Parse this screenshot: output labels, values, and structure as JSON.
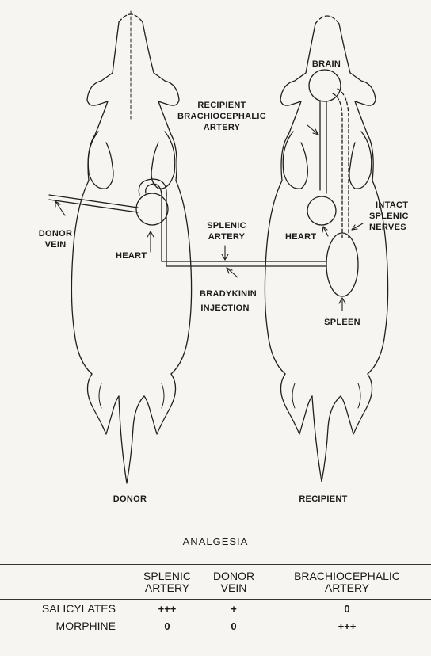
{
  "labels": {
    "brain": "BRAIN",
    "recipient_artery_line1": "RECIPIENT",
    "recipient_artery_line2": "BRACHIOCEPHALIC",
    "recipient_artery_line3": "ARTERY",
    "intact_line1": "INTACT",
    "intact_line2": "SPLENIC",
    "intact_line3": "NERVES",
    "heart_recipient": "HEART",
    "heart_donor": "HEART",
    "donor_vein_line1": "DONOR",
    "donor_vein_line2": "VEIN",
    "splenic_artery_line1": "SPLENIC",
    "splenic_artery_line2": "ARTERY",
    "bradykinin_line1": "BRADYKININ",
    "bradykinin_line2": "INJECTION",
    "spleen": "SPLEEN",
    "donor": "DONOR",
    "recipient": "RECIPIENT"
  },
  "table": {
    "title": "ANALGESIA",
    "columns": [
      {
        "line1": "SPLENIC",
        "line2": "ARTERY"
      },
      {
        "line1": "DONOR",
        "line2": "VEIN"
      },
      {
        "line1": "BRACHIOCEPHALIC",
        "line2": "ARTERY"
      }
    ],
    "rows": [
      {
        "label": "SALICYLATES",
        "values": [
          "+++",
          "+",
          "0"
        ]
      },
      {
        "label": "MORPHINE",
        "values": [
          "0",
          "0",
          "+++"
        ]
      }
    ]
  }
}
